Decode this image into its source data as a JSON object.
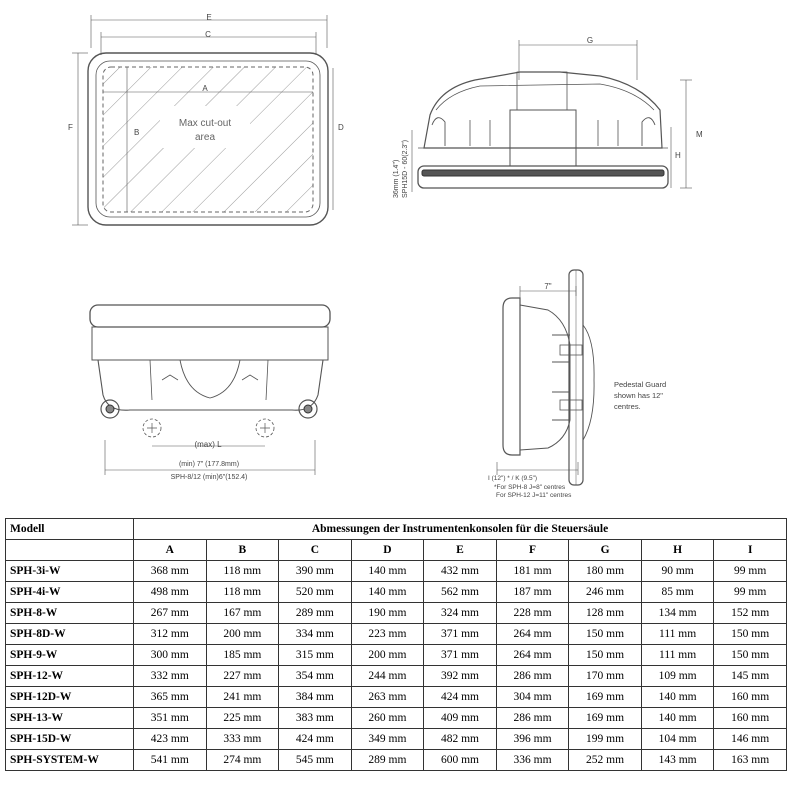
{
  "drawings": {
    "front_labels": {
      "E": "E",
      "C": "C",
      "A": "A",
      "B": "B",
      "D": "D",
      "F": "F",
      "cutout_line1": "Max cut-out",
      "cutout_line2": "area"
    },
    "side_labels": {
      "G": "G",
      "M": "M",
      "H": "H",
      "vertical_dim_1": "36mm (1.4\")",
      "vertical_dim_2": "SPH15D - 60(2.3\")"
    },
    "bottom_labels": {
      "max_L": "(max) L",
      "min_1": "(min) 7\" (177.8mm)",
      "min_2": "SPH-8/12 (min)6\"(152.4)"
    },
    "pedestal_labels": {
      "top_dim": "7\"",
      "guard_1": "Pedestal Guard",
      "guard_2": "shown has 12\"",
      "guard_3": "centres.",
      "bottom_dim": "I (12\") * / K (9.5\")",
      "note_1": "*For SPH-8  J=8\" centres",
      "note_2": "For SPH-12  J=11\" centres"
    }
  },
  "table": {
    "model_header": "Modell",
    "title": "Abmessungen der Instrumentenkonsolen für die Steuersäule",
    "columns": [
      "A",
      "B",
      "C",
      "D",
      "E",
      "F",
      "G",
      "H",
      "I"
    ],
    "rows": [
      {
        "model": "SPH-3i-W",
        "values": [
          "368 mm",
          "118 mm",
          "390 mm",
          "140 mm",
          "432 mm",
          "181 mm",
          "180 mm",
          "90 mm",
          "99 mm"
        ]
      },
      {
        "model": "SPH-4i-W",
        "values": [
          "498 mm",
          "118 mm",
          "520 mm",
          "140 mm",
          "562 mm",
          "187 mm",
          "246 mm",
          "85 mm",
          "99 mm"
        ]
      },
      {
        "model": "SPH-8-W",
        "values": [
          "267 mm",
          "167 mm",
          "289 mm",
          "190 mm",
          "324 mm",
          "228 mm",
          "128 mm",
          "134 mm",
          "152 mm"
        ]
      },
      {
        "model": "SPH-8D-W",
        "values": [
          "312 mm",
          "200 mm",
          "334 mm",
          "223 mm",
          "371 mm",
          "264 mm",
          "150 mm",
          "111 mm",
          "150 mm"
        ]
      },
      {
        "model": "SPH-9-W",
        "values": [
          "300 mm",
          "185 mm",
          "315 mm",
          "200 mm",
          "371 mm",
          "264 mm",
          "150 mm",
          "111 mm",
          "150 mm"
        ]
      },
      {
        "model": "SPH-12-W",
        "values": [
          "332 mm",
          "227 mm",
          "354 mm",
          "244 mm",
          "392 mm",
          "286 mm",
          "170 mm",
          "109 mm",
          "145 mm"
        ]
      },
      {
        "model": "SPH-12D-W",
        "values": [
          "365 mm",
          "241 mm",
          "384 mm",
          "263 mm",
          "424 mm",
          "304 mm",
          "169 mm",
          "140 mm",
          "160 mm"
        ]
      },
      {
        "model": "SPH-13-W",
        "values": [
          "351 mm",
          "225 mm",
          "383 mm",
          "260 mm",
          "409 mm",
          "286 mm",
          "169 mm",
          "140 mm",
          "160 mm"
        ]
      },
      {
        "model": "SPH-15D-W",
        "values": [
          "423 mm",
          "333 mm",
          "424 mm",
          "349 mm",
          "482 mm",
          "396 mm",
          "199 mm",
          "104 mm",
          "146 mm"
        ]
      },
      {
        "model": "SPH-SYSTEM-W",
        "values": [
          "541 mm",
          "274 mm",
          "545 mm",
          "289 mm",
          "600 mm",
          "336 mm",
          "252 mm",
          "143 mm",
          "163 mm"
        ]
      }
    ]
  }
}
